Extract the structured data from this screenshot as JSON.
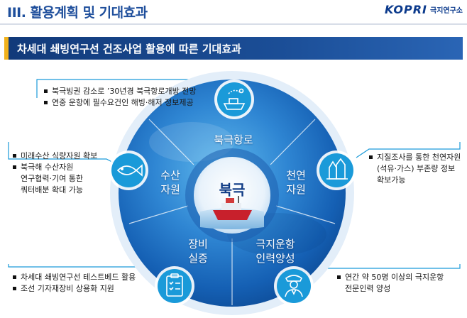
{
  "header": {
    "title": "III. 활용계획 및 기대효과",
    "logo_text": "KOPRI",
    "logo_sub": "극지연구소"
  },
  "banner": {
    "title": "차세대 쇄빙연구선 건조사업 활용에 따른 기대효과"
  },
  "center": {
    "label": "북극"
  },
  "segments": {
    "top": "북극항로",
    "left": [
      "수산",
      "자원"
    ],
    "right": [
      "천연",
      "자원"
    ],
    "bottom_left": [
      "장비",
      "실증"
    ],
    "bottom_right": [
      "극지운항",
      "인력양성"
    ]
  },
  "bullets": {
    "top": [
      "북극빙권 감소로 ’30년경 북극항로개방 전망",
      "연중 운항에 필수요건인 해빙·해저 정보제공"
    ],
    "left": [
      "미래수산 식량자원 확보",
      "북극해 수산자원",
      "연구협력·기여 통한",
      "쿼터배분 확대 가능"
    ],
    "right": [
      "지질조사를 통한 천연자원",
      "(석유·가스) 부존량 정보",
      "확보가능"
    ],
    "bottom_left": [
      "차세대 쇄빙연구선 테스트베드 활용",
      "조선 기자재장비 상용화 지원"
    ],
    "bottom_right": [
      "연간 약 50명 이상의 극지운항",
      "전문인력 양성"
    ]
  },
  "colors": {
    "primary": "#1b4e97",
    "accent": "#f2b21b",
    "icon_circle": "#1a9ad9",
    "sphere_outer": "#0f5cb0"
  },
  "icons": [
    "ship-route-icon",
    "fish-icon",
    "crystal-icon",
    "clipboard-checklist-icon",
    "captain-icon"
  ]
}
